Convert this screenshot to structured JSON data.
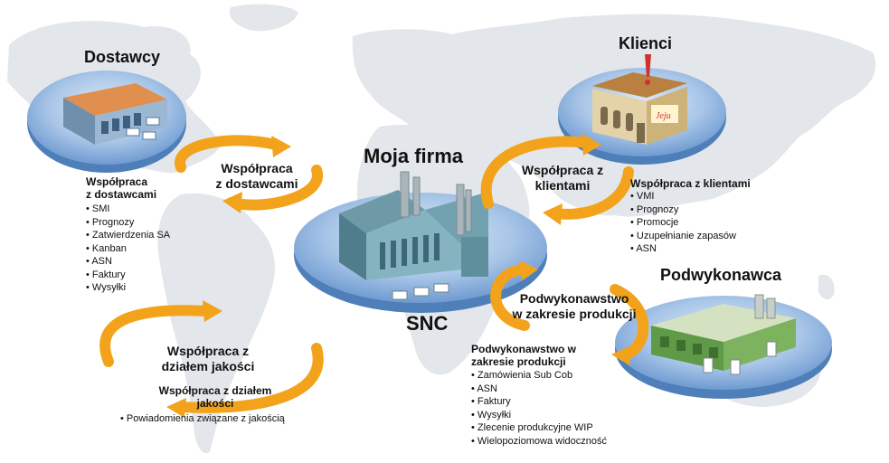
{
  "company": {
    "title": "Moja firma",
    "subtitle": "SNC"
  },
  "suppliers": {
    "title": "Dostawcy",
    "arrow_label": "Współpraca\nz dostawcami",
    "heading": "Współpraca\nz dostawcami",
    "items": [
      "SMI",
      "Prognozy",
      "Zatwierdzenia SA",
      "Kanban",
      "ASN",
      "Faktury",
      "Wysyłki"
    ]
  },
  "clients": {
    "title": "Klienci",
    "arrow_label": "Współpraca z\nklientami",
    "heading": "Współpraca z klientami",
    "items": [
      "VMI",
      "Prognozy",
      "Promocje",
      "Uzupełnianie zapasów",
      "ASN"
    ]
  },
  "subcontractor": {
    "title": "Podwykonawca",
    "arrow_label": "Podwykonawstwo\nw zakresie produkcji",
    "heading": "Podwykonawstwo w\nzakresie produkcji",
    "items": [
      "Zamówienia Sub Cob",
      "ASN",
      "Faktury",
      "Wysyłki",
      "Zlecenie produkcyjne WIP",
      "Wielopoziomowa widoczność"
    ]
  },
  "quality": {
    "arrow_label": "Współpraca z\ndziałem jakości",
    "heading": "Współpraca z działem\njakości",
    "items": [
      "Powiadomienia związane z jakością"
    ]
  }
}
